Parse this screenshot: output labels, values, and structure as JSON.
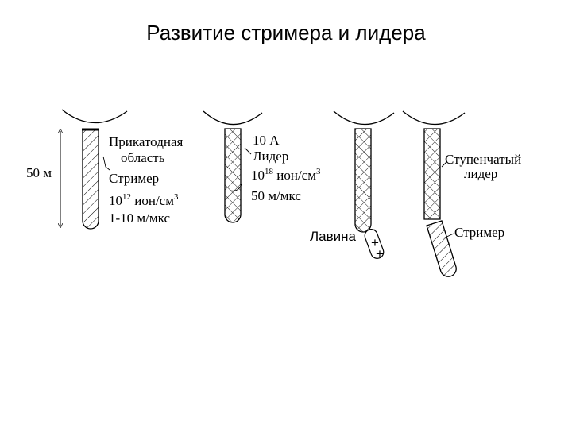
{
  "title": "Развитие стримера и лидера",
  "panel1": {
    "height_label": "50 м",
    "cathode_region": [
      "Прикатодная",
      "область"
    ],
    "streamer_label": "Стример",
    "density_base": "10",
    "density_exp": "12",
    "density_unit": " ион/см",
    "density_unit_exp": "3",
    "speed": "1-10 м/мкс"
  },
  "panel2": {
    "current": "10 А",
    "leader_label": "Лидер",
    "density_base": "10",
    "density_exp": "18",
    "density_unit": " ион/см",
    "density_unit_exp": "3",
    "speed": "50 м/мкс"
  },
  "panel3": {
    "avalanche_label": "Лавина",
    "charges": [
      "−",
      "+",
      "+"
    ]
  },
  "panel4": {
    "stepped_leader": [
      "Ступенчатый",
      "лидер"
    ],
    "streamer_label": "Стример"
  }
}
